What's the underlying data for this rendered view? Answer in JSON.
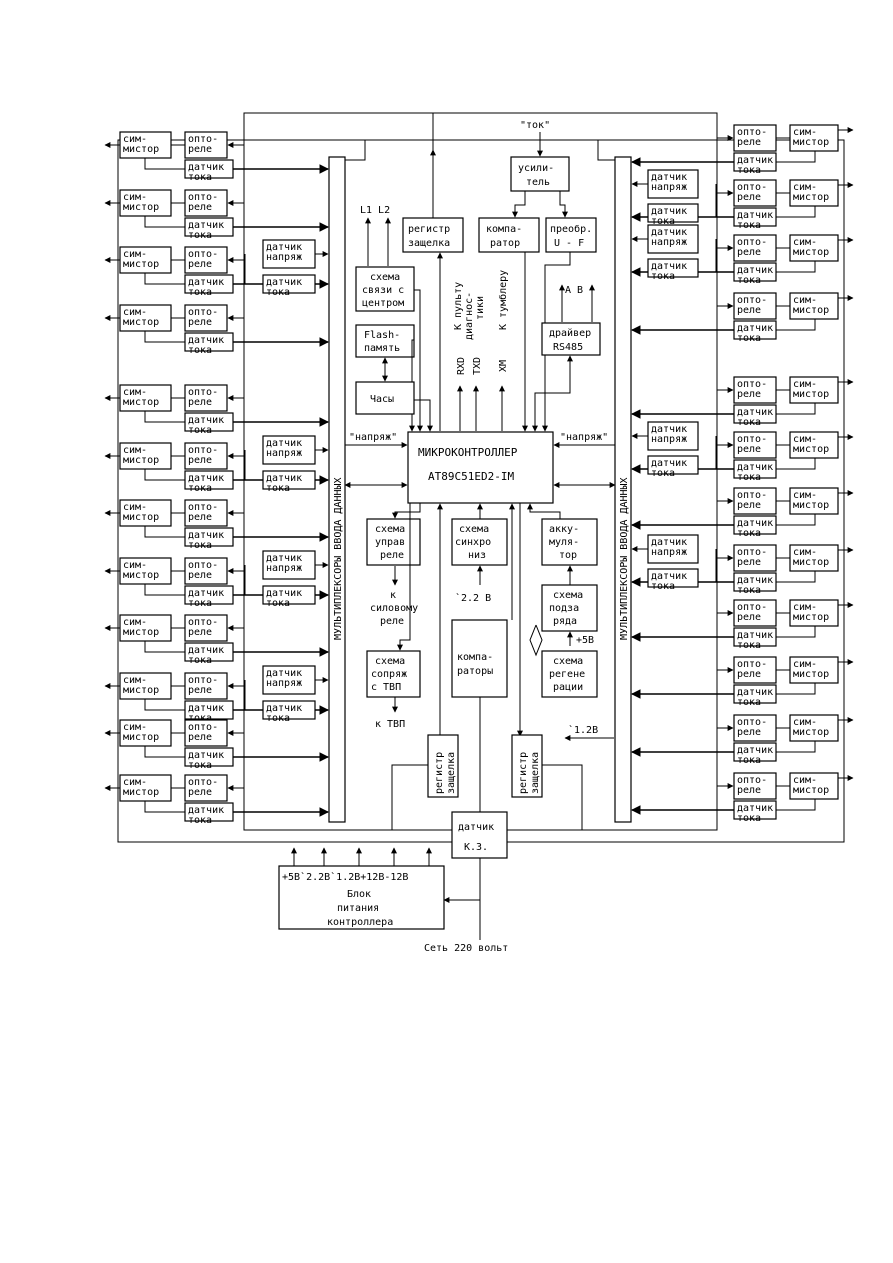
{
  "left_channels": [
    {
      "simistor": [
        "сим-",
        "мистор"
      ],
      "optorele": [
        "опто-",
        "реле"
      ],
      "datchik_toka": [
        "датчик",
        "тока"
      ],
      "datchik_napr": null
    },
    {
      "simistor": [
        "сим-",
        "мистор"
      ],
      "optorele": [
        "опто-",
        "реле"
      ],
      "datchik_toka": [
        "датчик",
        "тока"
      ],
      "datchik_napr": null
    },
    {
      "simistor": [
        "сим-",
        "мистор"
      ],
      "optorele": [
        "опто-",
        "реле"
      ],
      "datchik_toka": [
        "датчик",
        "тока"
      ],
      "datchik_napr": [
        "датчик",
        "напряж"
      ]
    },
    {
      "simistor": [
        "сим-",
        "мистор"
      ],
      "optorele": [
        "опто-",
        "реле"
      ],
      "datchik_toka": [
        "датчик",
        "тока"
      ],
      "datchik_napr": null
    },
    {
      "simistor": [
        "сим-",
        "мистор"
      ],
      "optorele": [
        "опто-",
        "реле"
      ],
      "datchik_toka": [
        "датчик",
        "тока"
      ],
      "datchik_napr": null
    },
    {
      "simistor": [
        "сим-",
        "мистор"
      ],
      "optorele": [
        "опто-",
        "реле"
      ],
      "datchik_toka": [
        "датчик",
        "тока"
      ],
      "datchik_napr": [
        "датчик",
        "напряж"
      ]
    },
    {
      "simistor": [
        "сим-",
        "мистор"
      ],
      "optorele": [
        "опто-",
        "реле"
      ],
      "datchik_toka": [
        "датчик",
        "тока"
      ],
      "datchik_napr": null
    },
    {
      "simistor": [
        "сим-",
        "мистор"
      ],
      "optorele": [
        "опто-",
        "реле"
      ],
      "datchik_toka": [
        "датчик",
        "тока"
      ],
      "datchik_napr": [
        "датчик",
        "напряж"
      ]
    },
    {
      "simistor": [
        "сим-",
        "мистор"
      ],
      "optorele": [
        "опто-",
        "реле"
      ],
      "datchik_toka": [
        "датчик",
        "тока"
      ],
      "datchik_napr": null
    },
    {
      "simistor": [
        "сим-",
        "мистор"
      ],
      "optorele": [
        "опто-",
        "реле"
      ],
      "datchik_toka": [
        "датчик",
        "тока"
      ],
      "datchik_napr": [
        "датчик",
        "напряж"
      ]
    },
    {
      "simistor": [
        "сим-",
        "мистор"
      ],
      "optorele": [
        "опто-",
        "реле"
      ],
      "datchik_toka": [
        "датчик",
        "тока"
      ],
      "datchik_napr": null
    },
    {
      "simistor": [
        "сим-",
        "мистор"
      ],
      "optorele": [
        "опто-",
        "реле"
      ],
      "datchik_toka": [
        "датчик",
        "тока"
      ],
      "datchik_napr": null
    }
  ],
  "right_channels": [
    {
      "simistor": [
        "сим-",
        "мистор"
      ],
      "optorele": [
        "опто-",
        "реле"
      ],
      "datchik_toka": [
        "датчик",
        "тока"
      ],
      "datchik_napr": null
    },
    {
      "simistor": [
        "сим-",
        "мистор"
      ],
      "optorele": [
        "опто-",
        "реле"
      ],
      "datchik_toka": [
        "датчик",
        "тока"
      ],
      "datchik_napr": [
        "датчик",
        "напряж"
      ]
    },
    {
      "simistor": [
        "сим-",
        "мистор"
      ],
      "optorele": [
        "опто-",
        "реле"
      ],
      "datchik_toka": [
        "датчик",
        "тока"
      ],
      "datchik_napr": [
        "датчик",
        "напряж"
      ]
    },
    {
      "simistor": [
        "сим-",
        "мистор"
      ],
      "optorele": [
        "опто-",
        "реле"
      ],
      "datchik_toka": [
        "датчик",
        "тока"
      ],
      "datchik_napr": null
    },
    {
      "simistor": [
        "сим-",
        "мистор"
      ],
      "optorele": [
        "опто-",
        "реле"
      ],
      "datchik_toka": [
        "датчик",
        "тока"
      ],
      "datchik_napr": null
    },
    {
      "simistor": [
        "сим-",
        "мистор"
      ],
      "optorele": [
        "опто-",
        "реле"
      ],
      "datchik_toka": [
        "датчик",
        "тока"
      ],
      "datchik_napr": [
        "датчик",
        "напряж"
      ]
    },
    {
      "simistor": [
        "сим-",
        "мистор"
      ],
      "optorele": [
        "опто-",
        "реле"
      ],
      "datchik_toka": [
        "датчик",
        "тока"
      ],
      "datchik_napr": null
    },
    {
      "simistor": [
        "сим-",
        "мистор"
      ],
      "optorele": [
        "опто-",
        "реле"
      ],
      "datchik_toka": [
        "датчик",
        "тока"
      ],
      "datchik_napr": [
        "датчик",
        "напряж"
      ]
    },
    {
      "simistor": [
        "сим-",
        "мистор"
      ],
      "optorele": [
        "опто-",
        "реле"
      ],
      "datchik_toka": [
        "датчик",
        "тока"
      ],
      "datchik_napr": null
    },
    {
      "simistor": [
        "сим-",
        "мистор"
      ],
      "optorele": [
        "опто-",
        "реле"
      ],
      "datchik_toka": [
        "датчик",
        "тока"
      ],
      "datchik_napr": null
    },
    {
      "simistor": [
        "сим-",
        "мистор"
      ],
      "optorele": [
        "опто-",
        "реле"
      ],
      "datchik_toka": [
        "датчик",
        "тока"
      ],
      "datchik_napr": null
    },
    {
      "simistor": [
        "сим-",
        "мистор"
      ],
      "optorele": [
        "опто-",
        "реле"
      ],
      "datchik_toka": [
        "датчик",
        "тока"
      ],
      "datchik_napr": null
    }
  ],
  "multiplexer_label": "МУЛЬТИПЛЕКСОРЫ ВВОДА ДАННЫХ",
  "mcu": {
    "line1": "МИКРОКОНТРОЛЛЕР",
    "line2": "AT89C51ED2-IM"
  },
  "napr_left": "\"напряж\"",
  "napr_right": "\"напряж\"",
  "tok_label": "\"ток\"",
  "usilitel": [
    "усили-",
    "тель"
  ],
  "komparator": [
    "компа-",
    "ратор"
  ],
  "preobr": [
    "преобр.",
    "U - F"
  ],
  "registr_top": [
    "регистр",
    "защелка"
  ],
  "l1l2": "L1 L2",
  "svyaz": [
    "схема",
    "связи с",
    "центром"
  ],
  "flash": [
    "Flash-",
    "память"
  ],
  "chasy": "Часы",
  "vert_k_pultu": "К пульту",
  "vert_diagnostiki": "диагнос-",
  "vert_tiki": "тики",
  "vert_k_tumbleru": "К тумблеру",
  "rxd": "RXD",
  "txd": "TXD",
  "xm": "ХМ",
  "ab": "A B",
  "rs485": [
    "драйвер",
    "RS485"
  ],
  "upravl": [
    "схема",
    "управ",
    "реле"
  ],
  "silovomu": [
    "к",
    "силовому",
    "реле"
  ],
  "sinhro": [
    "схема",
    "синхро",
    "низ"
  ],
  "v22": "`2.2 В",
  "akkum": [
    "акку-",
    "муля-",
    "тор"
  ],
  "podzar": [
    "схема",
    "подза",
    "ряда"
  ],
  "plus5": "+5В",
  "regen": [
    "схема",
    "регене",
    "рации"
  ],
  "sopr": [
    "схема",
    "сопряж",
    "с ТВП"
  ],
  "k_tvp": "к ТВП",
  "komparatory": [
    "компа-",
    "раторы"
  ],
  "v12": "`1.2В",
  "registr_bot_left": [
    "регистр",
    "защелка"
  ],
  "registr_bot_right": [
    "регистр",
    "защелка"
  ],
  "kz": [
    "датчик",
    "К.З."
  ],
  "psu_rails": "+5В`2.2В`1.2В+12В-12В",
  "psu_title": [
    "Блок",
    "питания",
    "контроллера"
  ],
  "set": "Сеть  220 вольт"
}
